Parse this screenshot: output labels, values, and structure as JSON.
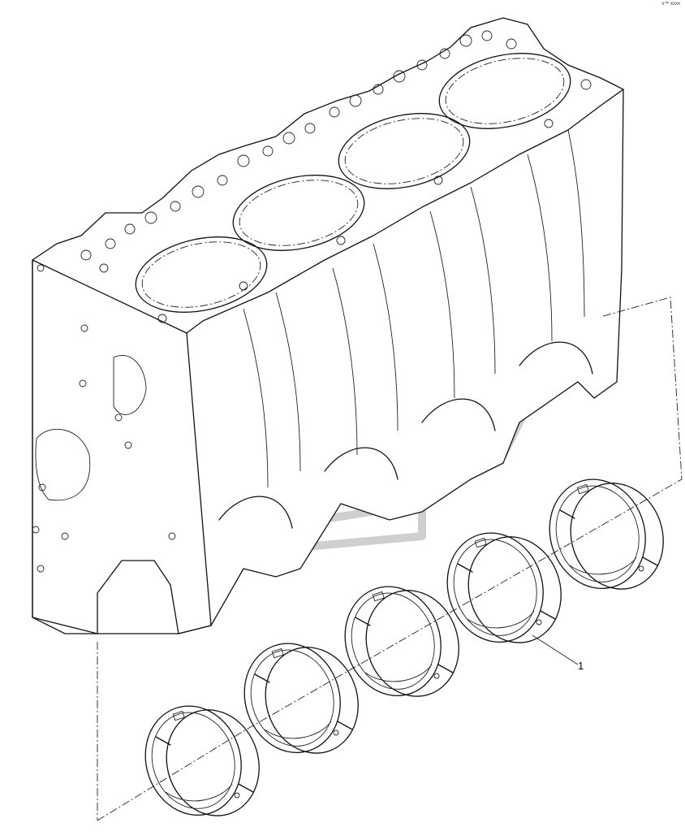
{
  "corner_code": "s™ xxxx",
  "callouts": [
    {
      "label": "1"
    }
  ],
  "part_count": 5
}
